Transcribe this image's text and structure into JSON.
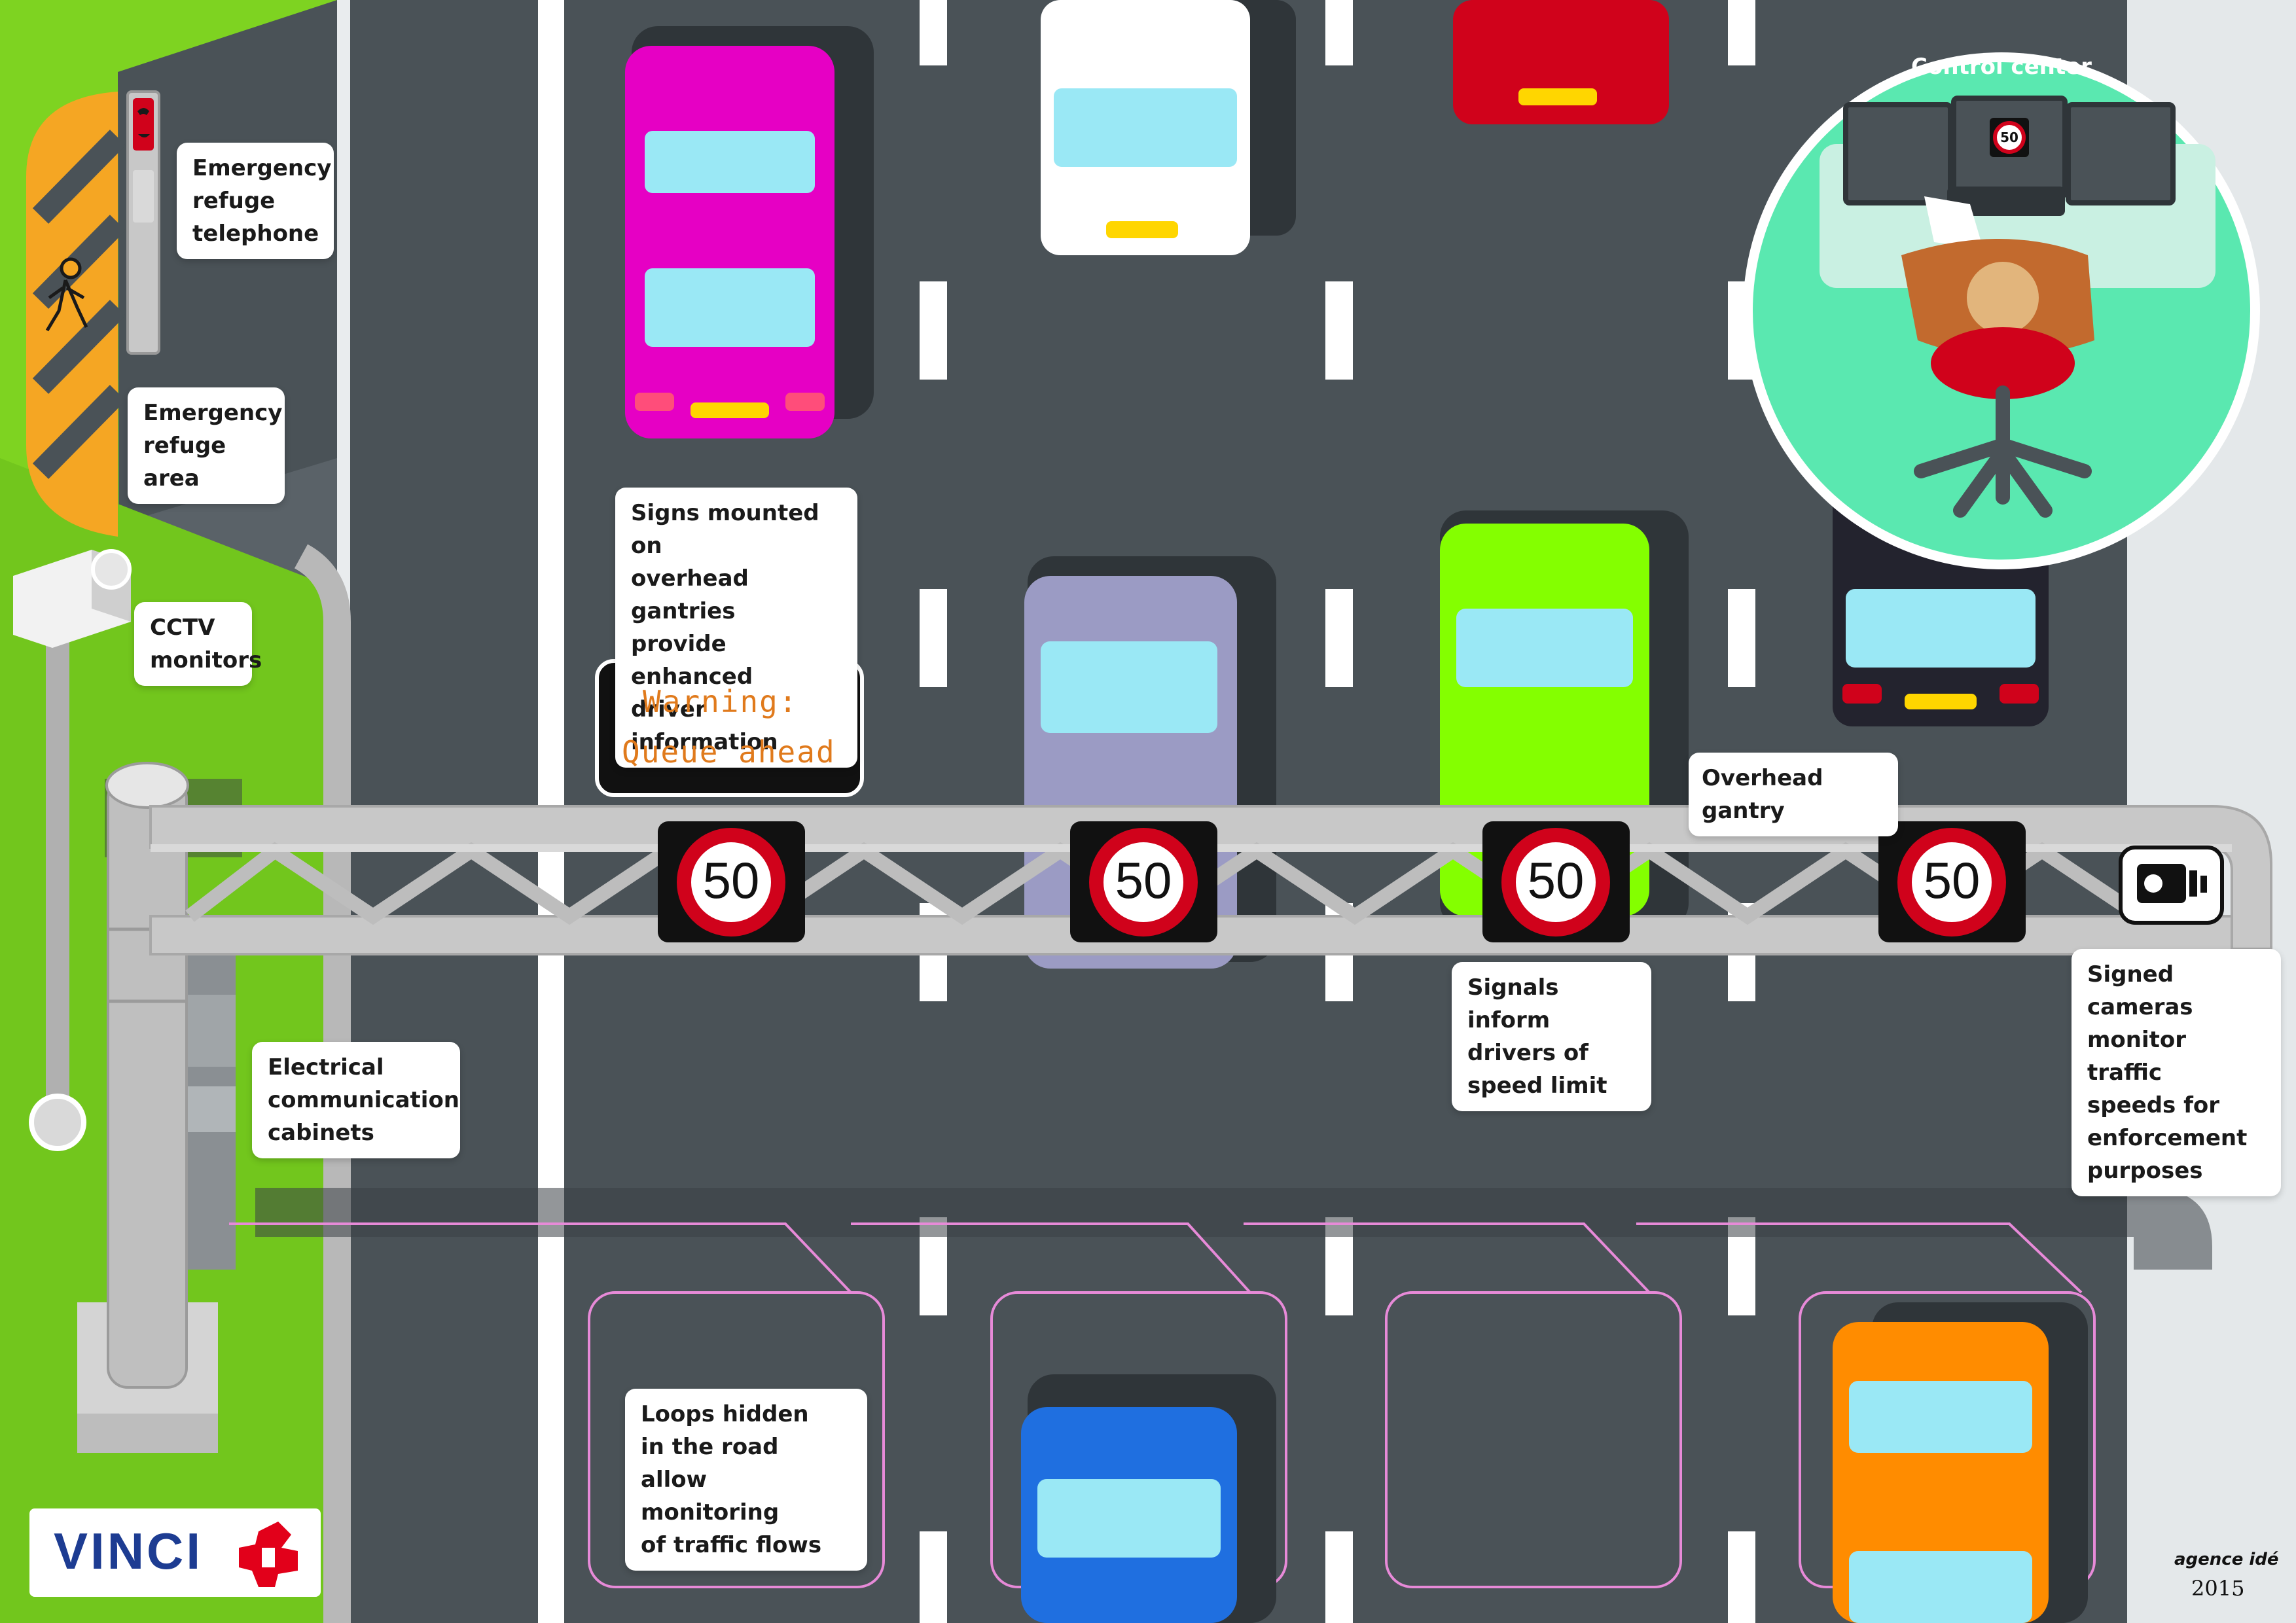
{
  "colors": {
    "grass": "#7ed321",
    "road": "#4a5257",
    "shoulder": "#e4e8ea",
    "gantry": "#c8c8c8",
    "sign_ring": "#d0021b",
    "vms_text": "#e07a1c",
    "control_center": "#5ae8b0",
    "refuge": "#f5a623",
    "brand_blue": "#1d3c92",
    "brand_red": "#e2001a"
  },
  "labels": {
    "emergency_telephone": "Emergency\nrefuge\ntelephone",
    "emergency_area": "Emergency\nrefuge area",
    "cctv": "CCTV\nmonitors",
    "signs_gantries": "Signs mounted on\noverhead gantries\nprovide enhanced\ndriver information",
    "electrical": "Electrical\ncommunication\ncabinets",
    "overhead_gantry": "Overhead gantry",
    "signals_inform": "Signals inform\ndrivers of\nspeed limit",
    "signed_cameras": "Signed cameras\nmonitor traffic\nspeeds for\nenforcement\npurposes",
    "loops": "Loops hidden\nin the road allow\nmonitoring\nof traffic flows",
    "control_center": "Control center"
  },
  "vms": {
    "line1": "Warning:",
    "line2": "Queue ahead"
  },
  "speed_signs": [
    "50",
    "50",
    "50",
    "50"
  ],
  "monitor_sign": "50",
  "brand": {
    "name": "VINCI",
    "agency": "agence idé",
    "year": "2015"
  },
  "icons": [
    "telephone-icon",
    "pedestrian-icon",
    "cctv-camera-icon",
    "speed-camera-icon",
    "vinci-logo-icon"
  ]
}
